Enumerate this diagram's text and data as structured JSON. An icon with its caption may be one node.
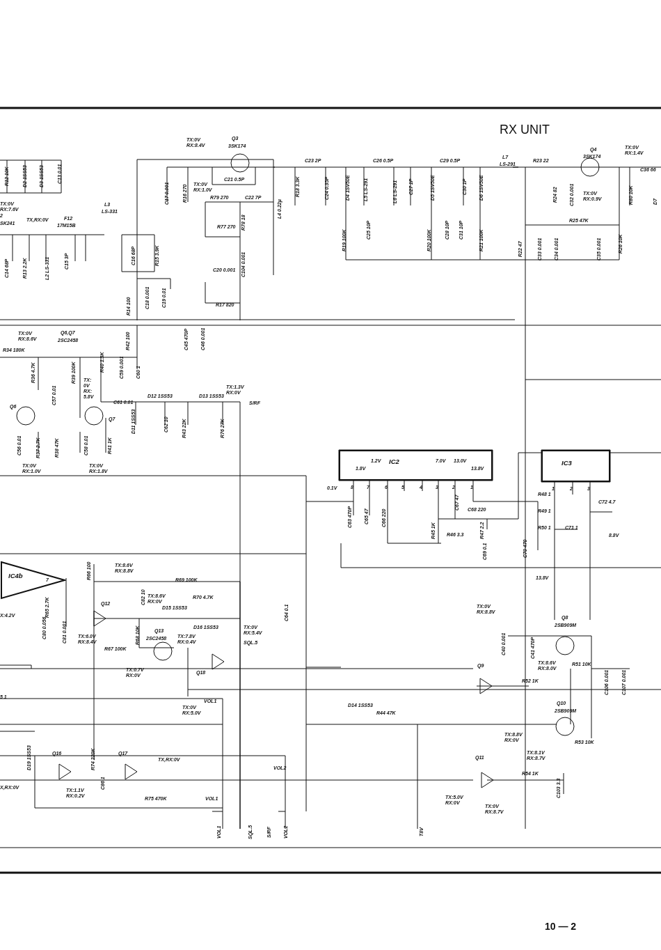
{
  "diagram": {
    "title": "RX UNIT",
    "nodes": [
      {
        "text": [
          "1.8V",
          "1.2V",
          "IC2",
          "7.0V",
          "13.0V",
          "13.8V"
        ]
      },
      {
        "text": [
          "IC3"
        ]
      },
      {
        "text": [
          "IC4b"
        ]
      }
    ],
    "labels": [
      "R12 10K",
      "D2 1SS53",
      "D3 1SS53",
      "C13 0.01",
      "TX:0V RX:7.6V",
      "2",
      "SK241",
      "TX,RX:0V",
      "F12",
      "17M15B",
      "L3",
      "LS-331",
      "C14 68P",
      "R13 2.2K",
      "L2 LS-331",
      "C15 3P",
      "C16 68P",
      "R15 3.9K",
      "TX:0V RX:8.4V",
      "Q3",
      "3SK174",
      "C17 0.001",
      "R16 270",
      "TX:0V RX:1.0V",
      "C21 0.5P",
      "R79 270",
      "C22 7P",
      "R77 270",
      "R78 18",
      "L4 0.22µ",
      "C104 0.001",
      "C20 0.001",
      "R17 820",
      "R14 100",
      "C18 0.001",
      "C19 0.01",
      "R18 3.3K",
      "C23 2P",
      "C24 0.35P",
      "D4 1SV50E",
      "L5 LS-291",
      "C26 0.5P",
      "L6 LS-291",
      "C27 1P",
      "D5 1SV50E",
      "C29 0.5P",
      "C30 1P",
      "D6 1SV50E",
      "C25 10P",
      "R19 100K",
      "R20 100K",
      "C28 10P",
      "C31 10P",
      "R21 100K",
      "L7",
      "LS-291",
      "R23 22",
      "Q4",
      "3SK174",
      "TX:0V RX:1.4V",
      "C36 66",
      "R24 82",
      "C32 0.001",
      "TX:0V RX:0.9V",
      "R80 10K",
      "D7",
      "R25 47K",
      "R22 47",
      "C33 0.001",
      "C34 0.001",
      "C35 0.001",
      "R26 10K",
      "R42 100",
      "C45 470P",
      "C46 0.001",
      "TX:0V RX:8.6V",
      "Q6,Q7",
      "2SC2458",
      "R34 180K",
      "R36 4.7K",
      "C57 0.01",
      "Q6",
      "R39 100K",
      "TX: 0V RX: 5.8V",
      "R40 1.5K",
      "Q7",
      "C59 0.001",
      "C60 1",
      "C61 0.01",
      "D12 1SS53",
      "D13 1SS53",
      "TX:1.3V RX:0V",
      "S/RF",
      "D11 1SS53",
      "C62 10",
      "R43 22K",
      "R76 27K",
      "C56 0.01",
      "R37 2.7K",
      "R38 47K",
      "C58 0.01",
      "R41 1K",
      "TX:0V RX:1.0V",
      "TX:0V RX:1.8V",
      "0.1V",
      "8",
      "7",
      "6",
      "5",
      "4",
      "3",
      "2",
      "1",
      "C63 470P",
      "C65 47",
      "C66 220",
      "C67 47",
      "C68 220",
      "R45 1K",
      "R46 3.3",
      "R47 2.2",
      "C69 0.1",
      "1",
      "2",
      "3",
      "R48 1",
      "R49 1",
      "R50 1",
      "C71 1",
      "C72 4.7",
      "8.8V",
      "C70 470",
      "13.8V",
      "7",
      "R65 2.7K",
      "C80 0.056",
      "X:4.2V",
      "R66 100",
      "TX:8.6V RX:8.8V",
      "R69 100K",
      "C82 10",
      "TX:8.6V RX:0V",
      "D15 1SS53",
      "R70 4.7K",
      "Q12",
      "D16 1SS53",
      "C81 0.001",
      "TX:6.0V RX:8.4V",
      "R67 100K",
      "R68 10K",
      "Q13",
      "2SC2458",
      "TX:7.8V RX:0.4V",
      "TX:0V RX:5.4V",
      "SQL.5",
      "TX:0.7V RX:0V",
      "Q18",
      "TX:0V RX:5.0V",
      "VOL1",
      "5 1",
      "C64 0.1",
      "D19 1SS53",
      "Q16",
      "R74 220K",
      "Q17",
      "TX,RX:0V",
      "X,RX:0V",
      "TX:1.1V RX:0.2V",
      "C86 1",
      "R75 470K",
      "VOL1",
      "VOL2",
      "VOL1",
      "SQL.5",
      "S/RF",
      "VOL2",
      "T8V",
      "TX:0V RX:8.8V",
      "Q8",
      "2SB909M",
      "C40 0.001",
      "C41 470P",
      "Q9",
      "TX:8.6V RX:8.0V",
      "R51 10K",
      "C106 0.001",
      "C107 0.001",
      "R52 1K",
      "D14 1SS53",
      "R44 47K",
      "Q10",
      "2SB909M",
      "TX:8.8V RX:0V",
      "TX:8.1V RX:8.7V",
      "R53 10K",
      "Q11",
      "R54 1K",
      "C103 3.3",
      "TX:5.0V RX:0V",
      "TX:0V RX:8.7V",
      "10 — 2"
    ]
  }
}
